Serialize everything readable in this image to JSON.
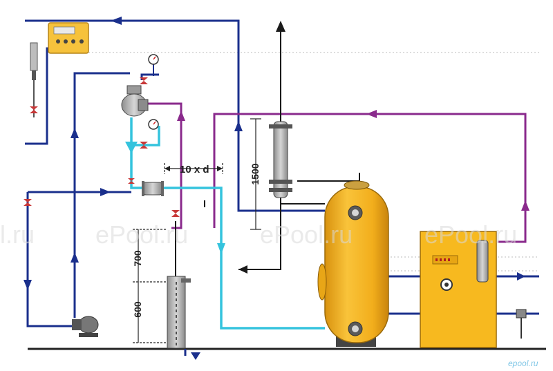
{
  "dimensions": {
    "pipe_run": "10 x d",
    "tube_height": "1500",
    "upper_height": "700",
    "lower_height": "600"
  },
  "watermarks": [
    "l.ru",
    "ePool.ru",
    "ePool.ru",
    "ePool.ru"
  ],
  "logo": "epool.ru",
  "colors": {
    "supply_line": "#1a2f8c",
    "treated_line": "#34c3dd",
    "control_line": "#8a2a8c",
    "equipment": "#f4b21e",
    "floor": "#222222"
  }
}
